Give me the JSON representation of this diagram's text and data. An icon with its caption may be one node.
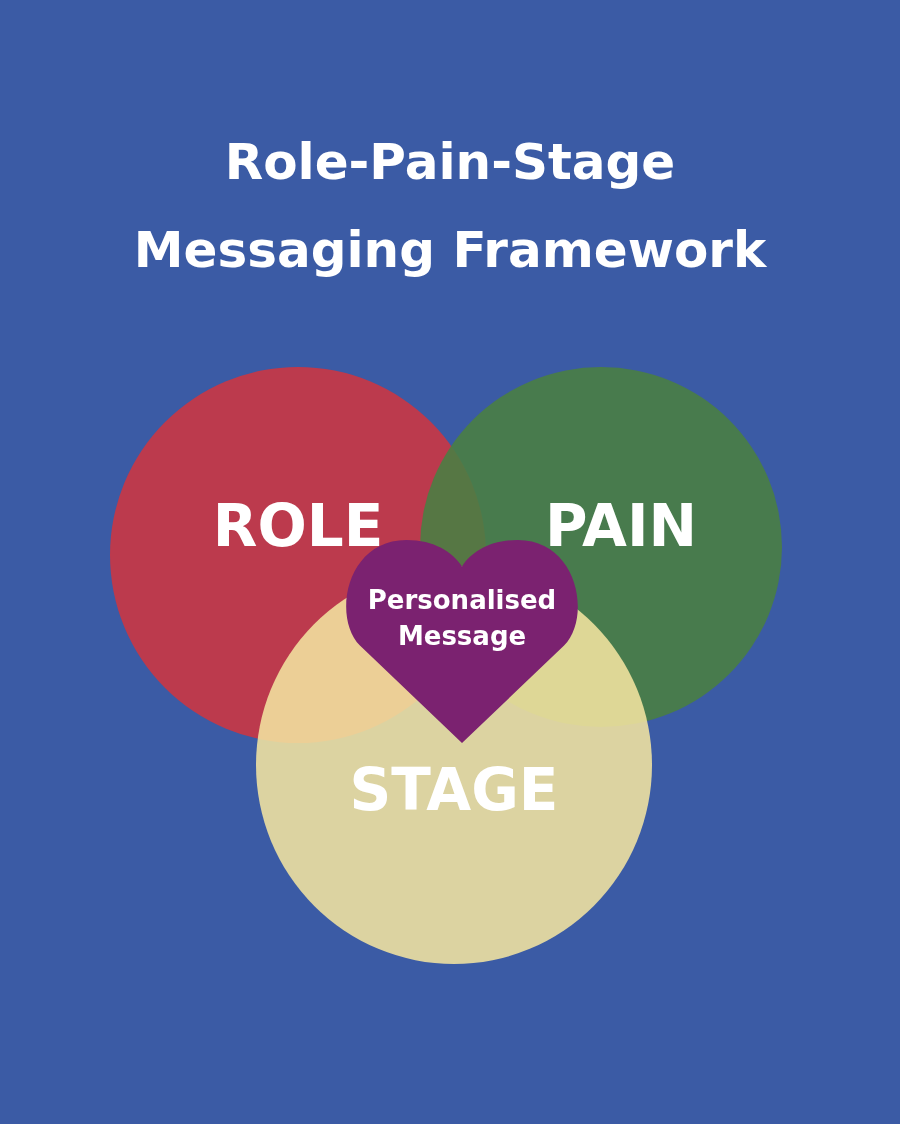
{
  "diagram": {
    "title": "Role-Pain-Stage Messaging Framework",
    "nodes": [
      {
        "text": [
          "ROLE"
        ]
      },
      {
        "text": [
          "PAIN"
        ]
      },
      {
        "text": [
          "STAGE"
        ]
      },
      {
        "text": [
          "Personalised Message"
        ]
      }
    ],
    "edges": []
  }
}
